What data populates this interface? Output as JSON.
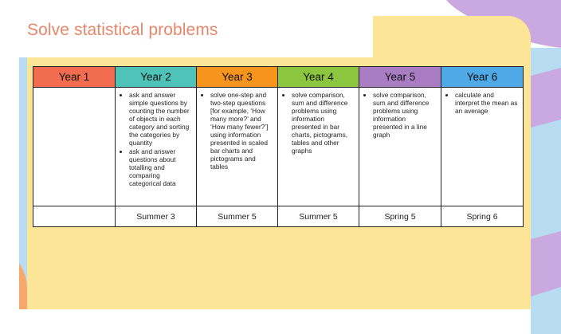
{
  "slide": {
    "title": "Solve statistical problems"
  },
  "table": {
    "headers": [
      {
        "label": "Year 1",
        "color": "#f26c4f"
      },
      {
        "label": "Year 2",
        "color": "#4fc3b8"
      },
      {
        "label": "Year 3",
        "color": "#f7941d"
      },
      {
        "label": "Year 4",
        "color": "#8cc63f"
      },
      {
        "label": "Year 5",
        "color": "#a97cc4"
      },
      {
        "label": "Year 6",
        "color": "#4fa9e6"
      }
    ],
    "objectives": [
      [],
      [
        "ask and answer simple questions by counting the number of objects in each category and sorting the categories by quantity",
        "ask and answer questions about totalling and comparing categorical data"
      ],
      [
        "solve one-step and two-step questions [for example, ‘How many more?’ and ‘How many fewer?’] using information presented in scaled bar charts and pictograms and tables"
      ],
      [
        "solve comparison, sum and difference problems using information presented in bar charts, pictograms, tables and other graphs"
      ],
      [
        "solve comparison, sum and difference problems using information presented in a line graph"
      ],
      [
        "calculate and interpret the mean as an average"
      ]
    ],
    "terms": [
      "",
      "Summer 3",
      "Summer 5",
      "Summer 5",
      "Spring 5",
      "Spring 6"
    ]
  },
  "colors": {
    "title": "#e8866a",
    "panel": "#fde597",
    "decor_purple": "#c9a9e0",
    "decor_blue": "#b8dcf2",
    "decor_orange": "#f7a86a"
  }
}
